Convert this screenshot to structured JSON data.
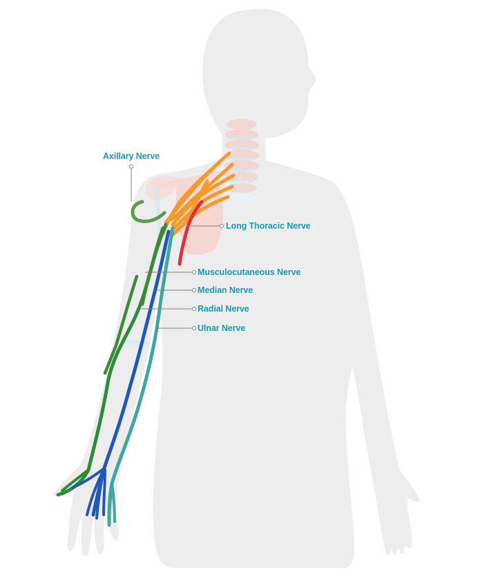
{
  "colors": {
    "background": "#ffffff",
    "body": "#ededed",
    "label": "#1a98b0",
    "leader": "#7f7f7f",
    "axillary": "#5f9a4e",
    "brachial_plexus": "#f39a2c",
    "long_thoracic": "#d9323f",
    "musculocutaneous": "#3f8a3a",
    "median": "#2158b6",
    "radial": "#2e8b3c",
    "ulnar": "#3fa7a0",
    "spine": "#f3d3cd",
    "scapula": "#f7cdc6"
  },
  "labels": {
    "axillary": "Axillary Nerve",
    "long_thoracic": "Long Thoracic Nerve",
    "musculocutaneous": "Musculocutaneous Nerve",
    "median": "Median Nerve",
    "radial": "Radial Nerve",
    "ulnar": "Ulnar Nerve"
  }
}
